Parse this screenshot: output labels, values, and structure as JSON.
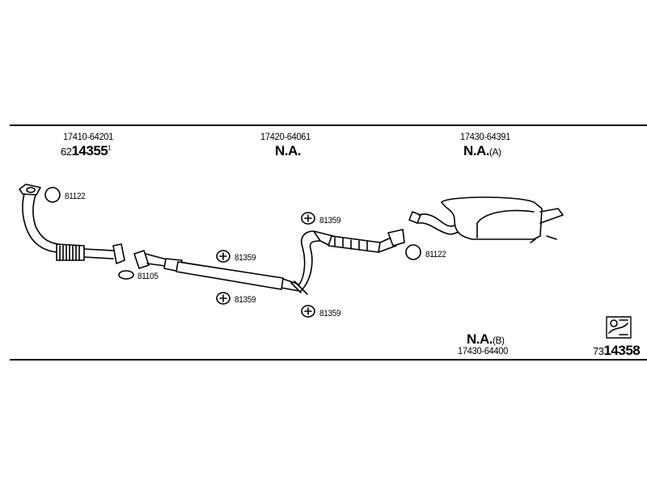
{
  "headers": [
    {
      "part_no": "17410-64201",
      "ref_prefix": "62",
      "ref_main": "14355",
      "ref_sup": "1"
    },
    {
      "part_no": "17420-64061",
      "status": "N.A."
    },
    {
      "part_no": "17430-64391",
      "status": "N.A.",
      "variant": "(A)"
    }
  ],
  "footer_variant": {
    "status": "N.A.",
    "variant": "(B)",
    "part_no": "17430-64400"
  },
  "diagram_ref": {
    "prefix": "73",
    "main": "14358"
  },
  "callouts": [
    {
      "code": "81122"
    },
    {
      "code": "81105"
    },
    {
      "code": "81359"
    },
    {
      "code": "81359"
    },
    {
      "code": "81359"
    },
    {
      "code": "81359"
    },
    {
      "code": "81122"
    }
  ]
}
